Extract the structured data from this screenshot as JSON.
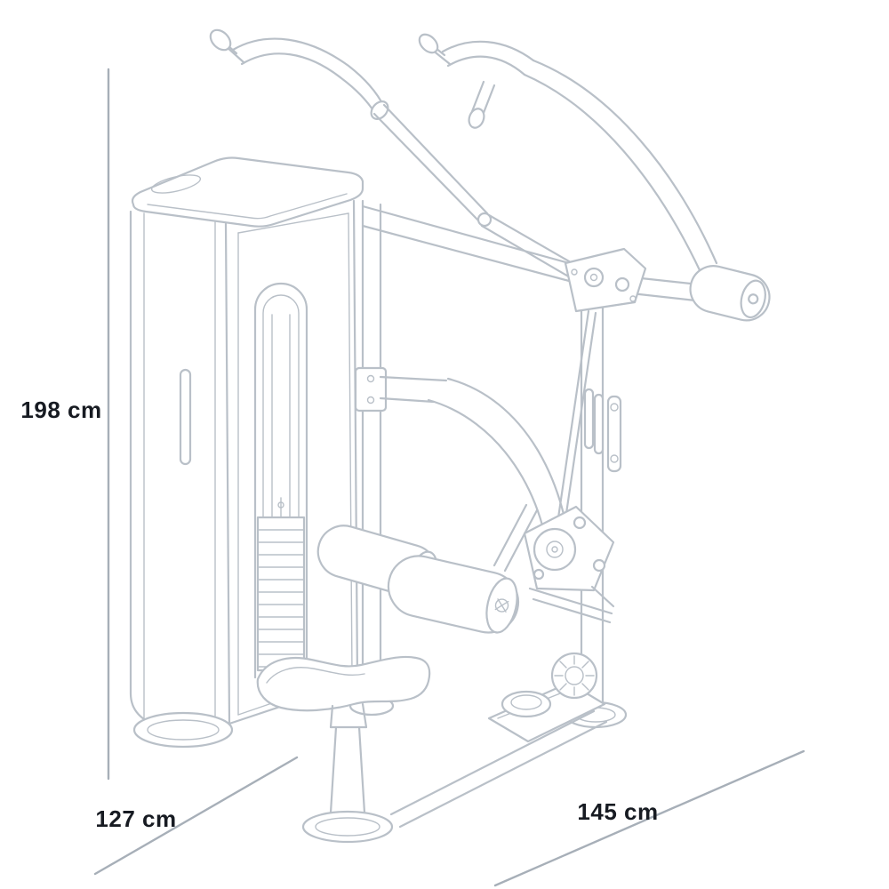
{
  "diagram": {
    "subject": "lat-pulldown-gym-machine-line-drawing",
    "colors": {
      "background": "#ffffff",
      "machine_line": "#b9c0c8",
      "dimension_line": "#a7afb8",
      "label_text": "#171b22"
    },
    "dimensions": {
      "height": "198 cm",
      "depth": "127 cm",
      "width": "145 cm"
    }
  }
}
